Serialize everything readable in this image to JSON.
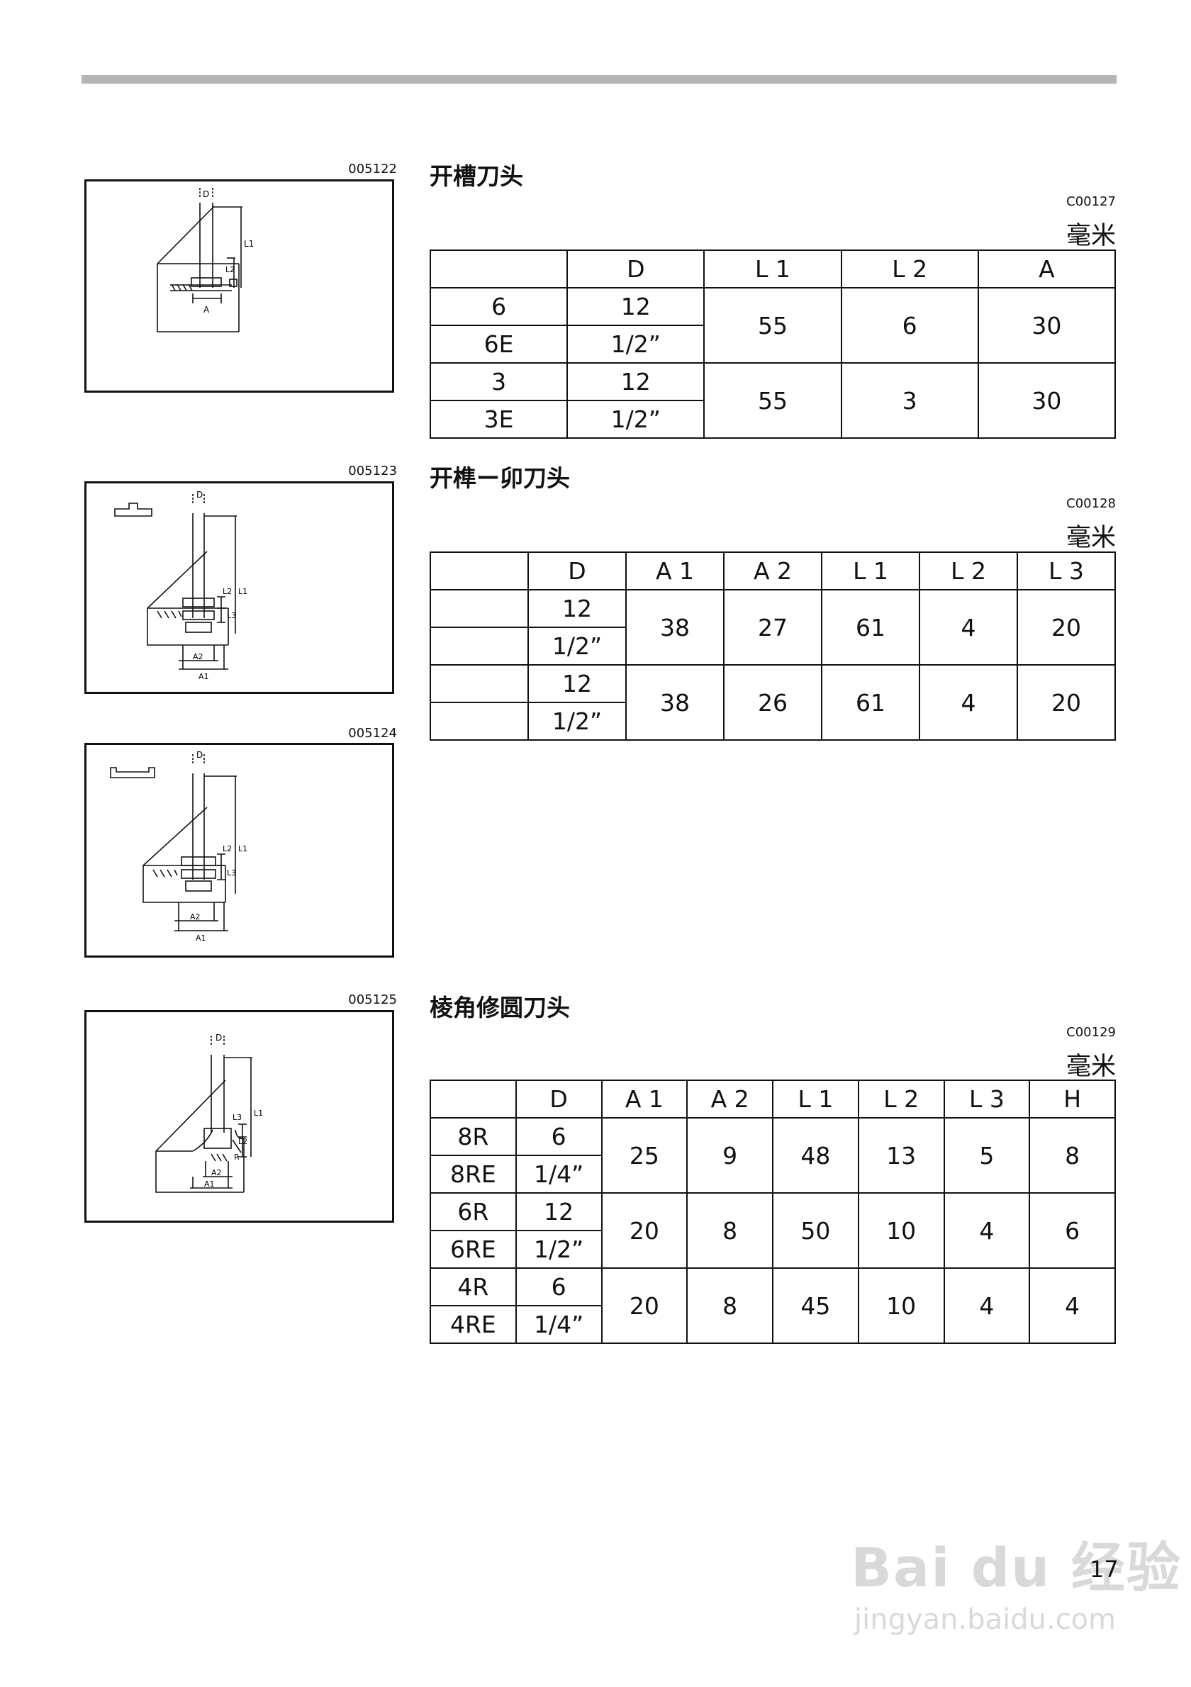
{
  "figures": [
    {
      "code": "005122"
    },
    {
      "code": "005123"
    },
    {
      "code": "005124"
    },
    {
      "code": "005125"
    }
  ],
  "slot_cutter": {
    "title": "开槽刀头",
    "table_code": "C00127",
    "unit": "毫米",
    "headers": [
      "",
      "D",
      "L 1",
      "L 2",
      "A"
    ],
    "rows": [
      {
        "model": "6",
        "d": "12",
        "l1": "55",
        "l2": "6",
        "a": "30"
      },
      {
        "model": "6E",
        "d": "1/2”"
      },
      {
        "model": "3",
        "d": "12",
        "l1": "55",
        "l2": "3",
        "a": "30"
      },
      {
        "model": "3E",
        "d": "1/2”"
      }
    ]
  },
  "tenon_cutter": {
    "title": "开榫ー卯刀头",
    "table_code": "C00128",
    "unit": "毫米",
    "headers": [
      "",
      "D",
      "A 1",
      "A 2",
      "L 1",
      "L 2",
      "L 3"
    ],
    "rows": [
      {
        "model": "",
        "d": "12",
        "a1": "38",
        "a2": "27",
        "l1": "61",
        "l2": "4",
        "l3": "20"
      },
      {
        "model": "",
        "d": "1/2”"
      },
      {
        "model": "",
        "d": "12",
        "a1": "38",
        "a2": "26",
        "l1": "61",
        "l2": "4",
        "l3": "20"
      },
      {
        "model": "",
        "d": "1/2”"
      }
    ]
  },
  "corner_rounding": {
    "title": "棱角修圆刀头",
    "table_code": "C00129",
    "unit": "毫米",
    "headers": [
      "",
      "D",
      "A 1",
      "A 2",
      "L 1",
      "L 2",
      "L 3",
      "H"
    ],
    "rows": [
      {
        "model": "8R",
        "d": "6",
        "a1": "25",
        "a2": "9",
        "l1": "48",
        "l2": "13",
        "l3": "5",
        "h": "8"
      },
      {
        "model": "8RE",
        "d": "1/4”"
      },
      {
        "model": "6R",
        "d": "12",
        "a1": "20",
        "a2": "8",
        "l1": "50",
        "l2": "10",
        "l3": "4",
        "h": "6"
      },
      {
        "model": "6RE",
        "d": "1/2”"
      },
      {
        "model": "4R",
        "d": "6",
        "a1": "20",
        "a2": "8",
        "l1": "45",
        "l2": "10",
        "l3": "4",
        "h": "4"
      },
      {
        "model": "4RE",
        "d": "1/4”"
      }
    ]
  },
  "diagram_labels": {
    "d": "D",
    "l1": "L1",
    "l2": "L2",
    "l3": "L3",
    "a": "A",
    "a1": "A1",
    "a2": "A2",
    "r": "R"
  },
  "page_number": "17",
  "watermark": {
    "brand": "Bai du 经验",
    "url": "jingyan.baidu.com"
  }
}
